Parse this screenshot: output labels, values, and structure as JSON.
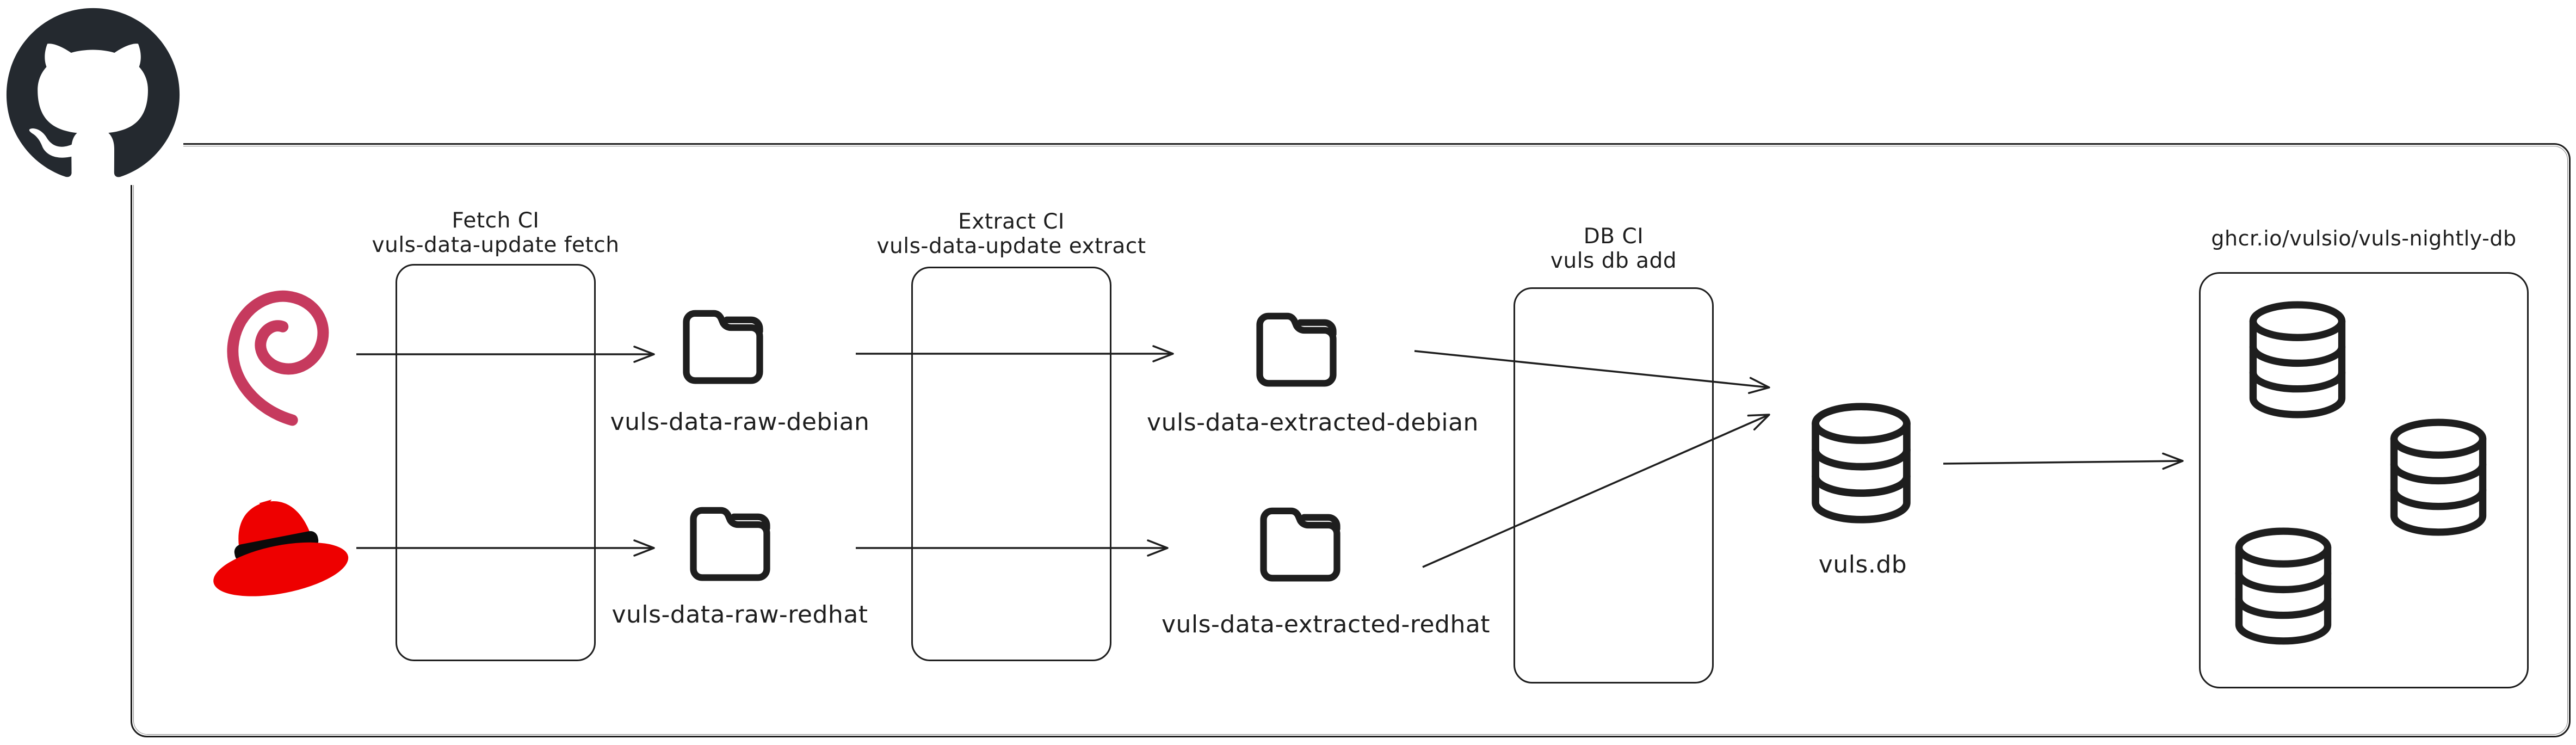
{
  "colors": {
    "stroke": "#1e1e1e",
    "text": "#1e1e1e",
    "github": "#24292f",
    "debian_red": "#c63a5e",
    "redhat_red": "#ee0000",
    "redhat_band": "#0a0a0a",
    "background": "#ffffff"
  },
  "pipeline": {
    "ci_fetch": {
      "line1": "Fetch CI",
      "line2": "vuls-data-update fetch"
    },
    "ci_extract": {
      "line1": "Extract CI",
      "line2": "vuls-data-update extract"
    },
    "ci_db": {
      "line1": "DB CI",
      "line2": "vuls db add"
    },
    "registry_title": "ghcr.io/vulsio/vuls-nightly-db",
    "folder_raw_debian": "vuls-data-raw-debian",
    "folder_raw_redhat": "vuls-data-raw-redhat",
    "folder_extracted_debian": "vuls-data-extracted-debian",
    "folder_extracted_redhat": "vuls-data-extracted-redhat",
    "db_label": "vuls.db"
  },
  "icons": {
    "github": "github-logo",
    "debian": "debian-swirl-logo",
    "redhat": "redhat-fedora-logo",
    "folder": "folder-icon",
    "database": "database-cylinder-icon"
  },
  "connections": [
    {
      "from": "debian-logo",
      "to": "vuls-data-raw-debian"
    },
    {
      "from": "redhat-logo",
      "to": "vuls-data-raw-redhat"
    },
    {
      "from": "vuls-data-raw-debian",
      "to": "vuls-data-extracted-debian"
    },
    {
      "from": "vuls-data-raw-redhat",
      "to": "vuls-data-extracted-redhat"
    },
    {
      "from": "vuls-data-extracted-debian",
      "to": "vuls.db"
    },
    {
      "from": "vuls-data-extracted-redhat",
      "to": "vuls.db"
    },
    {
      "from": "vuls.db",
      "to": "ghcr.io/vulsio/vuls-nightly-db"
    }
  ]
}
